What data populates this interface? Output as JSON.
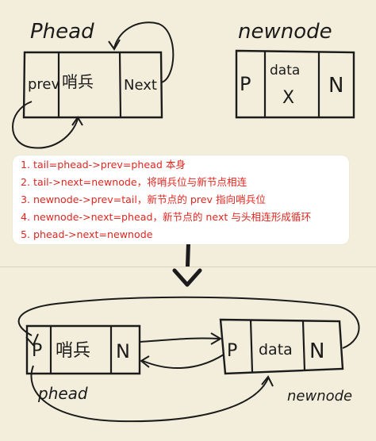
{
  "top": {
    "phead_label": "Phead",
    "newnode_label": "newnode",
    "phead_cells": [
      "prev",
      "哨兵",
      "Next"
    ],
    "newnode_cells": [
      "P",
      "data",
      "X",
      "N"
    ]
  },
  "steps": [
    "1. tail=phead->prev=phead 本身",
    "2. tail->next=newnode，将哨兵位与新节点相连",
    "3. newnode->prev=tail，新节点的 prev 指向哨兵位",
    "4. newnode->next=phead，新节点的 next 与头相连形成循环",
    "5. phead->next=newnode"
  ],
  "bottom": {
    "phead_label": "phead",
    "newnode_label": "newnode",
    "phead_cells": [
      "P",
      "哨兵",
      "N"
    ],
    "newnode_cells": [
      "P",
      "data",
      "N"
    ]
  },
  "colors": {
    "background": "#f3eedb",
    "ink": "#1b1b1b",
    "step_text": "#e0261f"
  }
}
